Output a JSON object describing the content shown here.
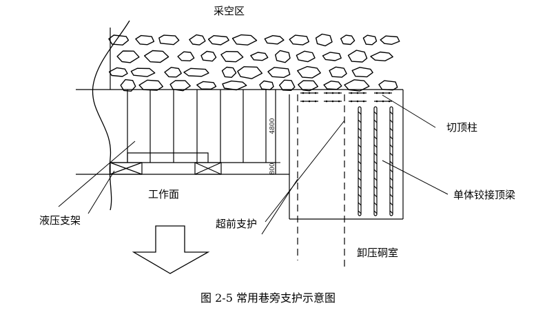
{
  "labels": {
    "goaf": "采空区",
    "working_face": "工作面",
    "hydraulic_support": "液压支架",
    "advance_support": "超前支护",
    "cutting_prop": "切顶柱",
    "hinged_beam_prop": "单体铰接顶梁",
    "pressure_relief_chamber": "卸压硐室",
    "dim_4800": "4800",
    "dim_800": "800"
  },
  "caption": "图 2-5  常用巷旁支护示意图"
}
